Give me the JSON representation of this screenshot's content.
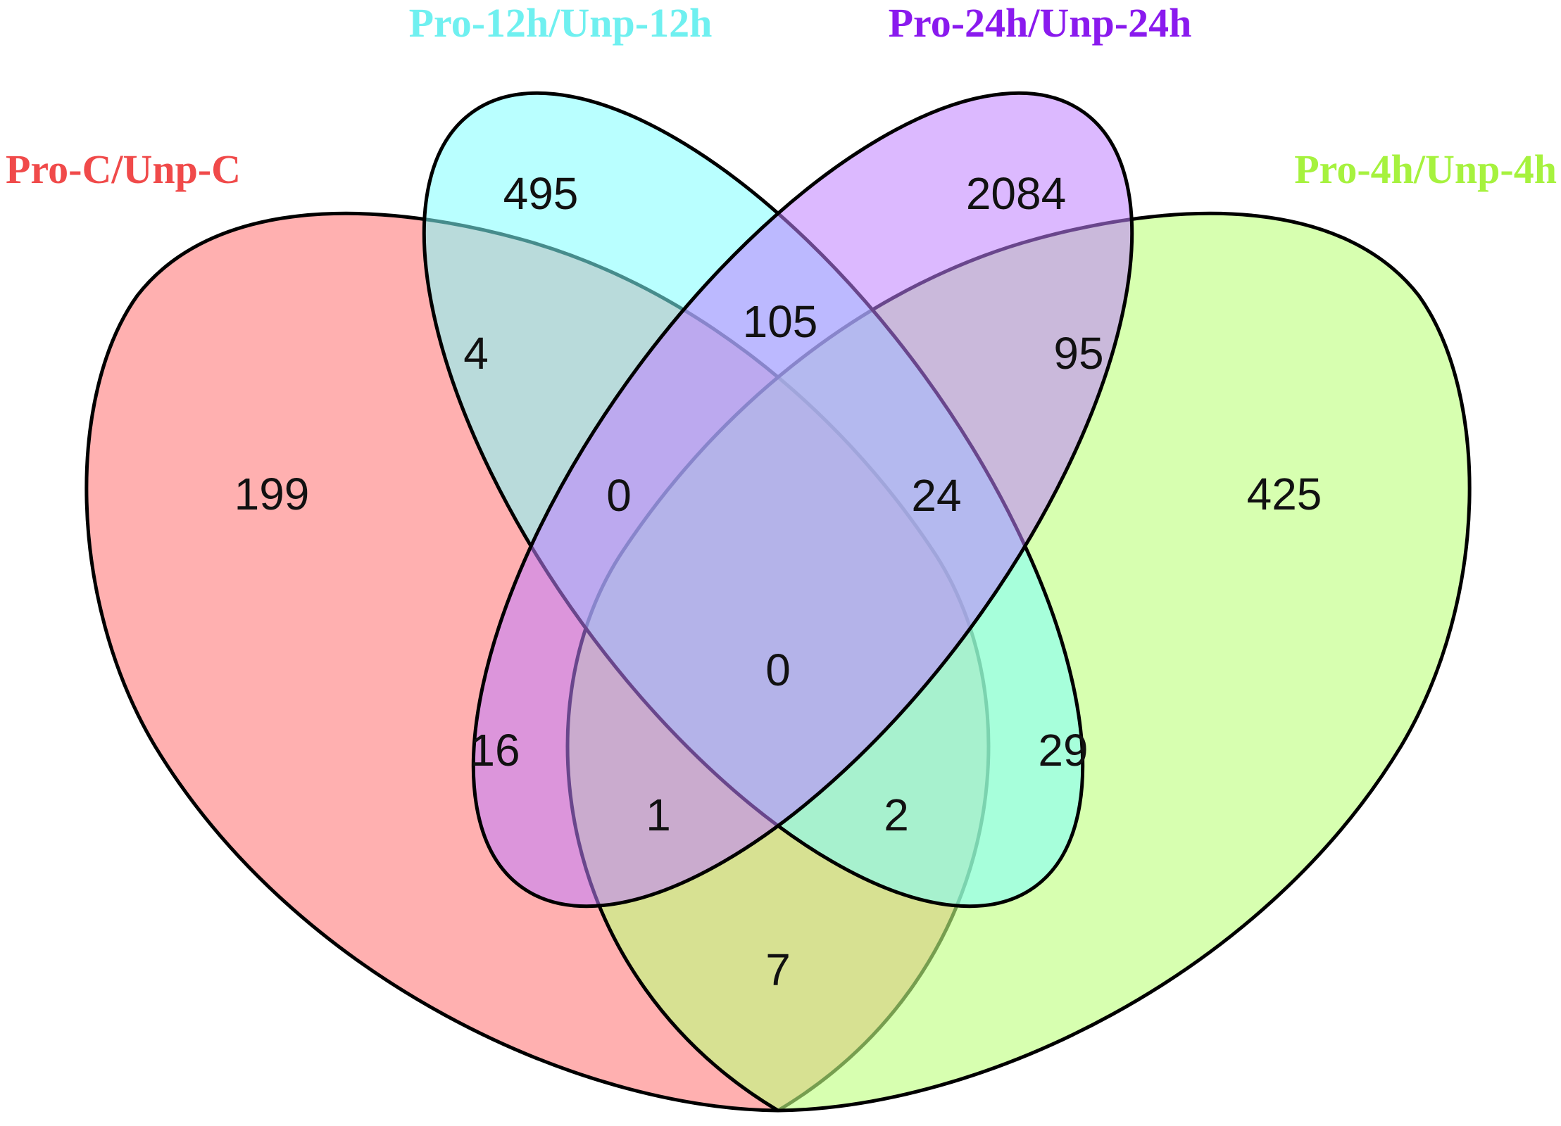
{
  "sets": [
    {
      "key": "C",
      "name": "Pro-C/Unp-C",
      "color": "#FF7F7F",
      "label_color": "#F04A4A"
    },
    {
      "key": "12h",
      "name": "Pro-12h/Unp-12h",
      "color": "#80FFFF",
      "label_color": "#6FF0F0"
    },
    {
      "key": "24h",
      "name": "Pro-24h/Unp-24h",
      "color": "#BF7FFF",
      "label_color": "#8A1AEE"
    },
    {
      "key": "4h",
      "name": "Pro-4h/Unp-4h",
      "color": "#BFFF7F",
      "label_color": "#A6F23E"
    }
  ],
  "regions": [
    {
      "sets": [
        "12h"
      ],
      "count": "495"
    },
    {
      "sets": [
        "24h"
      ],
      "count": "2084"
    },
    {
      "sets": [
        "C"
      ],
      "count": "199"
    },
    {
      "sets": [
        "4h"
      ],
      "count": "425"
    },
    {
      "sets": [
        "C",
        "12h"
      ],
      "count": "4"
    },
    {
      "sets": [
        "12h",
        "24h"
      ],
      "count": "105"
    },
    {
      "sets": [
        "24h",
        "4h"
      ],
      "count": "95"
    },
    {
      "sets": [
        "C",
        "12h",
        "24h"
      ],
      "count": "0"
    },
    {
      "sets": [
        "12h",
        "24h",
        "4h"
      ],
      "count": "24"
    },
    {
      "sets": [
        "C",
        "12h",
        "24h",
        "4h"
      ],
      "count": "0"
    },
    {
      "sets": [
        "C",
        "24h"
      ],
      "count": "16"
    },
    {
      "sets": [
        "12h",
        "4h"
      ],
      "count": "29"
    },
    {
      "sets": [
        "C",
        "24h",
        "4h"
      ],
      "count": "1"
    },
    {
      "sets": [
        "C",
        "12h",
        "4h"
      ],
      "count": "2"
    },
    {
      "sets": [
        "C",
        "4h"
      ],
      "count": "7"
    }
  ]
}
